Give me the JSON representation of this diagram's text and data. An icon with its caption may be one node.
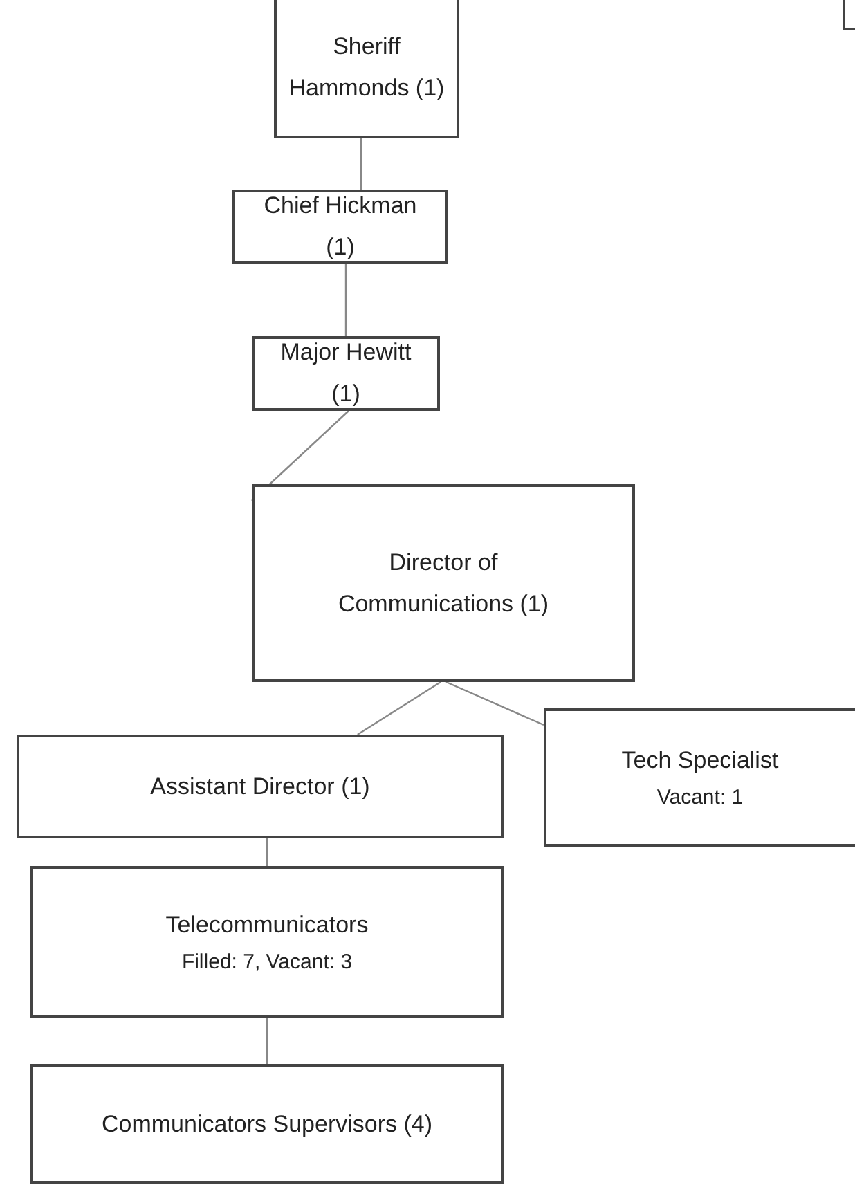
{
  "diagram": {
    "nodes": [
      {
        "text": [
          "Sheriff Hammonds (1)"
        ]
      },
      {
        "text": [
          "Chief Hickman (1)"
        ]
      },
      {
        "text": [
          "Major Hewitt (1)"
        ]
      },
      {
        "text": [
          "Director of Communications (1)"
        ]
      },
      {
        "text": [
          "Assistant Director (1)"
        ]
      },
      {
        "text": [
          "Tech Specialist",
          "Vacant: 1"
        ]
      },
      {
        "text": [
          "Telecommunicators",
          "Filled: 7, Vacant: 3"
        ]
      },
      {
        "text": [
          "Communicators Supervisors (4)"
        ]
      },
      {
        "text": [],
        "shape": "box"
      }
    ],
    "edges": [
      {
        "from": 0,
        "to": 1,
        "arrow": "none"
      },
      {
        "from": 1,
        "to": 2,
        "arrow": "none"
      },
      {
        "from": 2,
        "to": 3,
        "arrow": "none"
      },
      {
        "from": 3,
        "to": 4,
        "arrow": "none"
      },
      {
        "from": 3,
        "to": 5,
        "arrow": "none"
      },
      {
        "from": 4,
        "to": 6,
        "arrow": "none"
      },
      {
        "from": 6,
        "to": 7,
        "arrow": "none"
      }
    ]
  }
}
